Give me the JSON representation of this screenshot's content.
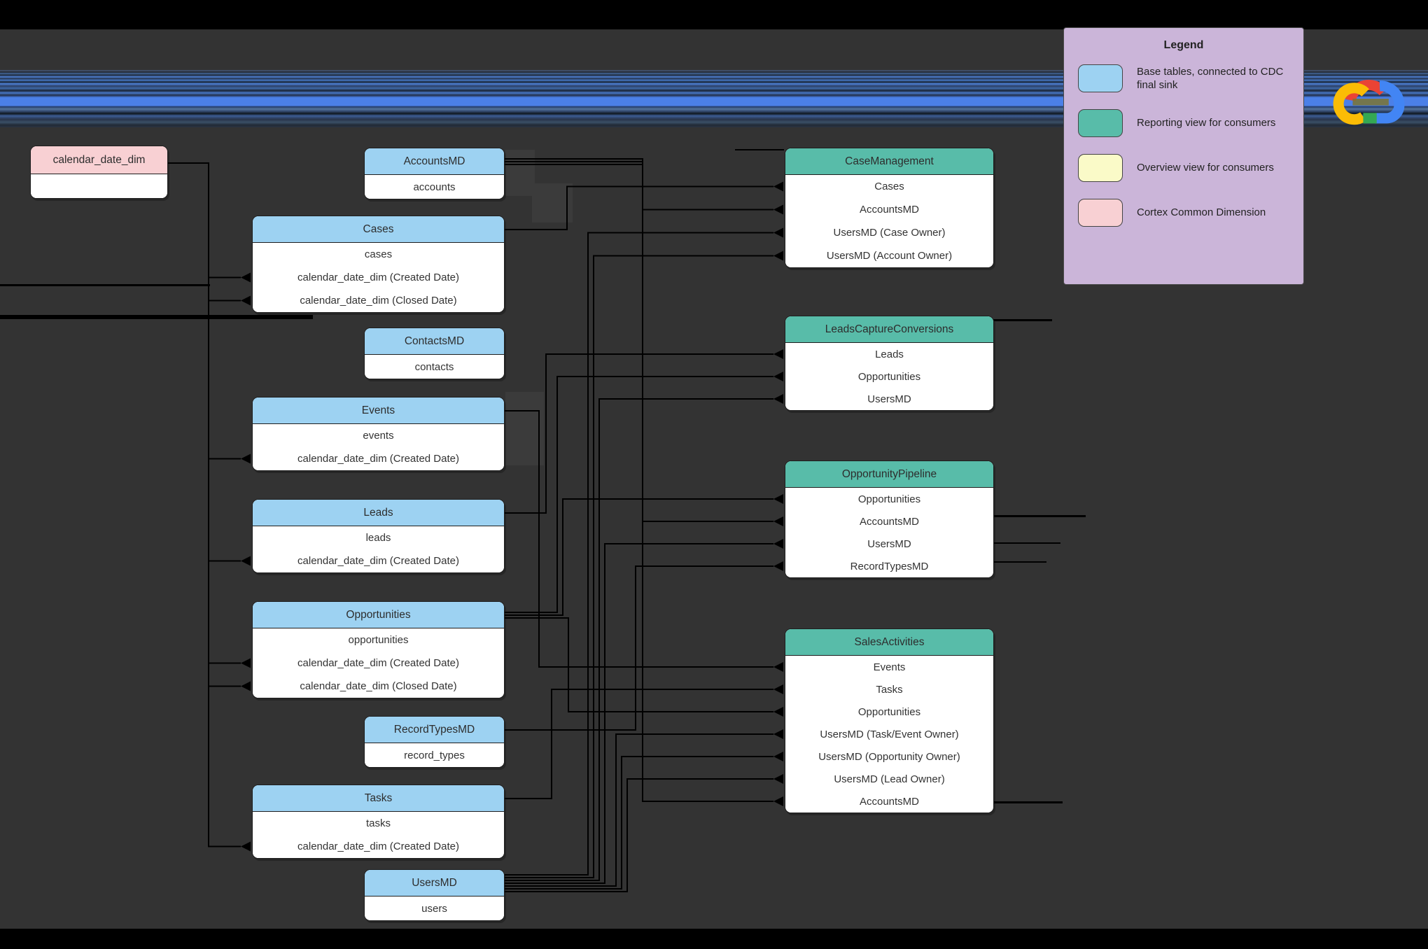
{
  "colors": {
    "background": "#333333",
    "top_bottom_bar": "#000000",
    "wire": "#000000",
    "body": "#FFFFFF",
    "text": "#2D2D2D",
    "base": "#9DD2F2",
    "reporting": "#58BCA9",
    "overview": "#FAFAC8",
    "common_dimension": "#F8D0D3",
    "legend_bg": "#CBB5D9",
    "glitch_blue": "#4B80E8"
  },
  "icons": {
    "logo": "google-cloud-logo"
  },
  "legend": {
    "title": "Legend",
    "items": [
      {
        "type": "base",
        "label": "Base tables, connected to CDC final sink"
      },
      {
        "type": "reporting",
        "label": "Reporting view for consumers"
      },
      {
        "type": "overview",
        "label": "Overview view for consumers"
      },
      {
        "type": "common_dimension",
        "label": "Cortex Common Dimension"
      }
    ]
  },
  "tables": {
    "calendar_date_dim": {
      "title": "calendar_date_dim",
      "type": "common_dimension",
      "rows": []
    },
    "accounts_md": {
      "title": "AccountsMD",
      "type": "base",
      "rows": [
        "accounts"
      ]
    },
    "cases": {
      "title": "Cases",
      "type": "base",
      "rows": [
        "cases",
        "calendar_date_dim (Created Date)",
        "calendar_date_dim (Closed Date)"
      ]
    },
    "contacts_md": {
      "title": "ContactsMD",
      "type": "base",
      "rows": [
        "contacts"
      ]
    },
    "events": {
      "title": "Events",
      "type": "base",
      "rows": [
        "events",
        "calendar_date_dim (Created Date)"
      ]
    },
    "leads": {
      "title": "Leads",
      "type": "base",
      "rows": [
        "leads",
        "calendar_date_dim (Created Date)"
      ]
    },
    "opportunities": {
      "title": "Opportunities",
      "type": "base",
      "rows": [
        "opportunities",
        "calendar_date_dim (Created Date)",
        "calendar_date_dim (Closed Date)"
      ]
    },
    "record_types_md": {
      "title": "RecordTypesMD",
      "type": "base",
      "rows": [
        "record_types"
      ]
    },
    "tasks": {
      "title": "Tasks",
      "type": "base",
      "rows": [
        "tasks",
        "calendar_date_dim (Created Date)"
      ]
    },
    "users_md": {
      "title": "UsersMD",
      "type": "base",
      "rows": [
        "users"
      ]
    },
    "case_management": {
      "title": "CaseManagement",
      "type": "reporting",
      "rows": [
        "Cases",
        "AccountsMD",
        "UsersMD (Case Owner)",
        "UsersMD (Account Owner)"
      ]
    },
    "leads_capture_conversions": {
      "title": "LeadsCaptureConversions",
      "type": "reporting",
      "rows": [
        "Leads",
        "Opportunities",
        "UsersMD"
      ]
    },
    "opportunity_pipeline": {
      "title": "OpportunityPipeline",
      "type": "reporting",
      "rows": [
        "Opportunities",
        "AccountsMD",
        "UsersMD",
        "RecordTypesMD"
      ]
    },
    "sales_activities": {
      "title": "SalesActivities",
      "type": "reporting",
      "rows": [
        "Events",
        "Tasks",
        "Opportunities",
        "UsersMD (Task/Event Owner)",
        "UsersMD (Opportunity Owner)",
        "UsersMD (Lead Owner)",
        "AccountsMD"
      ]
    }
  },
  "edges": [
    {
      "from": "calendar_date_dim",
      "to": "cases",
      "to_row": 1
    },
    {
      "from": "calendar_date_dim",
      "to": "cases",
      "to_row": 2
    },
    {
      "from": "calendar_date_dim",
      "to": "events",
      "to_row": 1
    },
    {
      "from": "calendar_date_dim",
      "to": "leads",
      "to_row": 1
    },
    {
      "from": "calendar_date_dim",
      "to": "opportunities",
      "to_row": 1
    },
    {
      "from": "calendar_date_dim",
      "to": "opportunities",
      "to_row": 2
    },
    {
      "from": "calendar_date_dim",
      "to": "tasks",
      "to_row": 1
    },
    {
      "from": "accounts_md",
      "to": "case_management",
      "to_row": 1
    },
    {
      "from": "accounts_md",
      "to": "opportunity_pipeline",
      "to_row": 1
    },
    {
      "from": "accounts_md",
      "to": "sales_activities",
      "to_row": 6
    },
    {
      "from": "cases",
      "to": "case_management",
      "to_row": 0
    },
    {
      "from": "users_md",
      "to": "case_management",
      "to_row": 2
    },
    {
      "from": "users_md",
      "to": "case_management",
      "to_row": 3
    },
    {
      "from": "users_md",
      "to": "leads_capture_conversions",
      "to_row": 2
    },
    {
      "from": "users_md",
      "to": "opportunity_pipeline",
      "to_row": 2
    },
    {
      "from": "users_md",
      "to": "sales_activities",
      "to_row": 3
    },
    {
      "from": "users_md",
      "to": "sales_activities",
      "to_row": 4
    },
    {
      "from": "users_md",
      "to": "sales_activities",
      "to_row": 5
    },
    {
      "from": "leads",
      "to": "leads_capture_conversions",
      "to_row": 0
    },
    {
      "from": "opportunities",
      "to": "leads_capture_conversions",
      "to_row": 1
    },
    {
      "from": "opportunities",
      "to": "opportunity_pipeline",
      "to_row": 0
    },
    {
      "from": "opportunities",
      "to": "sales_activities",
      "to_row": 2
    },
    {
      "from": "record_types_md",
      "to": "opportunity_pipeline",
      "to_row": 3
    },
    {
      "from": "events",
      "to": "sales_activities",
      "to_row": 0
    },
    {
      "from": "tasks",
      "to": "sales_activities",
      "to_row": 1
    }
  ]
}
